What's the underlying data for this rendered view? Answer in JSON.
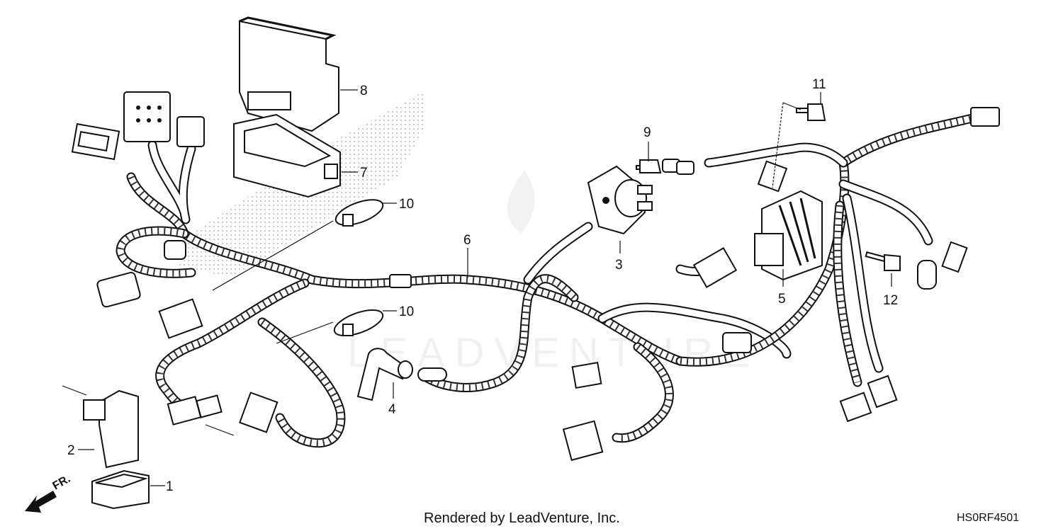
{
  "callouts": {
    "c1": "1",
    "c2": "2",
    "c3": "3",
    "c4": "4",
    "c5": "5",
    "c6": "6",
    "c7": "7",
    "c8": "8",
    "c9": "9",
    "c10a": "10",
    "c10b": "10",
    "c11": "11",
    "c12": "12"
  },
  "direction_label": "FR.",
  "footer": {
    "rendered_by": "Rendered by LeadVenture, Inc.",
    "diagram_code": "HS0RF4501"
  },
  "watermark": "LEADVENTURE",
  "colors": {
    "line": "#111111",
    "background": "#ffffff"
  }
}
